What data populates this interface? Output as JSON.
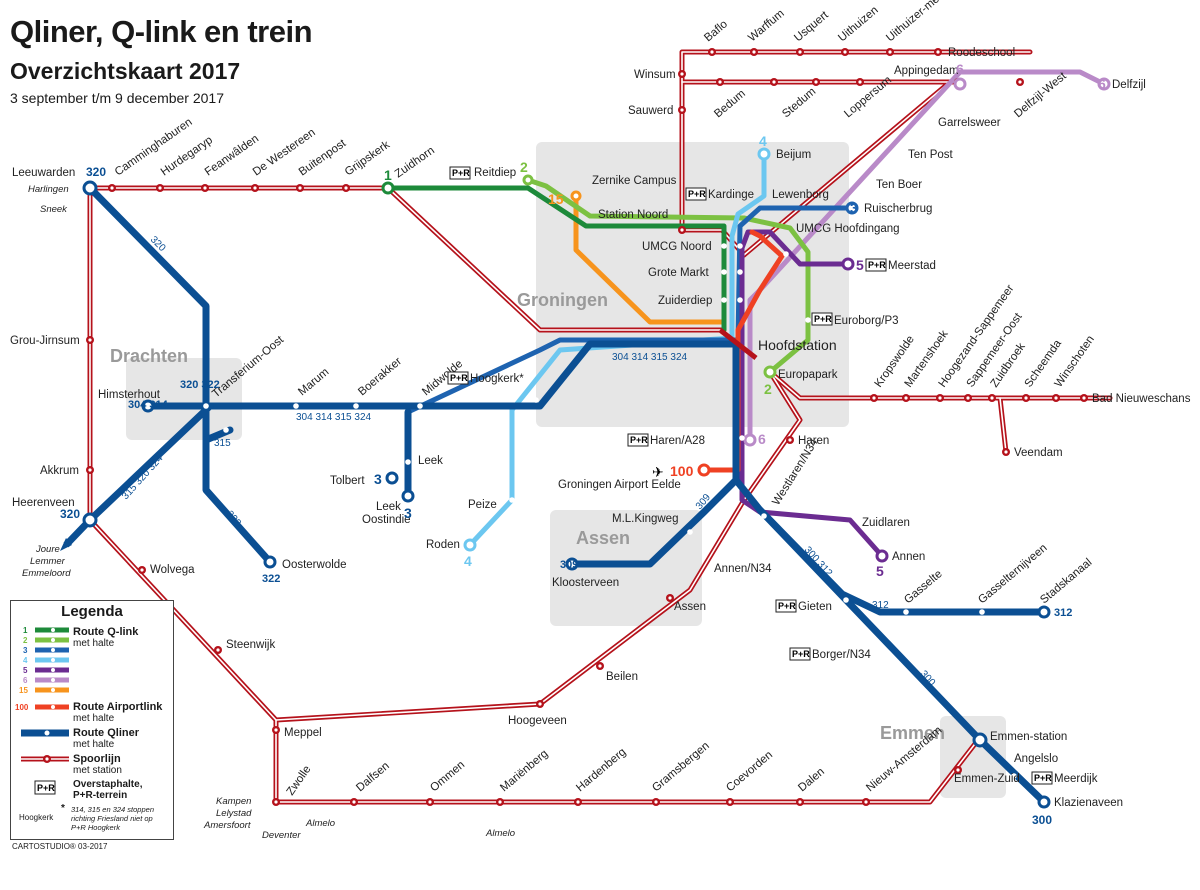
{
  "title": "Qliner, Q-link en trein",
  "subtitle": "Overzichtskaart 2017",
  "date_range": "3 september t/m 9 december 2017",
  "colors": {
    "rail": "#b5121b",
    "qliner": "#0b4f93",
    "route1": "#1d8a3a",
    "route2": "#7cc142",
    "route3": "#1e63b0",
    "route4": "#6cc7f0",
    "route5": "#6b2c91",
    "route6": "#b98ac8",
    "route15": "#f7941d",
    "route100": "#ef4123",
    "area": "#e6e6e6"
  },
  "regions": [
    "Groningen",
    "Drachten",
    "Assen",
    "Emmen"
  ],
  "stations": {
    "roodeschool": "Roodeschool",
    "uithuizermeeden": "Uithuizer-meeden",
    "uithuizen": "Uithuizen",
    "usquert": "Usquert",
    "warffum": "Warffum",
    "baflo": "Baflo",
    "winsum": "Winsum",
    "sauwerd": "Sauwerd",
    "bedum": "Bedum",
    "stedum": "Stedum",
    "loppersum": "Loppersum",
    "appingedam": "Appingedam",
    "delfzijl_west": "Delfzijl-West",
    "delfzijl": "Delfzijl",
    "leeuwarden": "Leeuwarden",
    "camminghaburen": "Camminghaburen",
    "hurdegaryp": "Hurdegaryp",
    "feanwalden": "Feanwâlden",
    "de_westereen": "De Westereen",
    "buitenpost": "Buitenpost",
    "grijpskerk": "Grijpskerk",
    "zuidhorn": "Zuidhorn",
    "grou": "Grou-Jirnsum",
    "akkrum": "Akkrum",
    "heerenveen": "Heerenveen",
    "wolvega": "Wolvega",
    "steenwijk": "Steenwijk",
    "meppel": "Meppel",
    "zwolle": "Zwolle",
    "dalfsen": "Dalfsen",
    "ommen": "Ommen",
    "mariënberg": "Mariënberg",
    "hardenberg": "Hardenberg",
    "gramsbergen": "Gramsbergen",
    "coevorden": "Coevorden",
    "dalen": "Dalen",
    "nieuw_amsterdam": "Nieuw-Amsterdam",
    "emmen_zuid": "Emmen-Zuid",
    "emmen": "Emmen-station",
    "hoogeveen": "Hoogeveen",
    "beilen": "Beilen",
    "assen": "Assen",
    "haren": "Haren",
    "europapark": "Europapark",
    "hoofdstation": "Hoofdstation",
    "kropswolde": "Kropswolde",
    "martenshoek": "Martenshoek",
    "hoogezand": "Hoogezand-Sappemeer",
    "sappemeer_oost": "Sappemeer-Oost",
    "zuidbroek": "Zuidbroek",
    "scheemda": "Scheemda",
    "winschoten": "Winschoten",
    "bad_nieuweschans": "Bad Nieuweschans",
    "veendam": "Veendam",
    "garrelsweer": "Garrelsweer",
    "ten_post": "Ten Post",
    "ten_boer": "Ten Boer"
  },
  "stops": {
    "reitdiep": "Reitdiep",
    "zernike": "Zernike Campus",
    "station_noord": "Station Noord",
    "umcg_noord": "UMCG Noord",
    "grote_markt": "Grote Markt",
    "zuiderdiep": "Zuiderdiep",
    "beijum": "Beijum",
    "kardinge": "Kardinge",
    "lewenborg": "Lewenborg",
    "ruischerbrug": "Ruischerbrug",
    "umcg_hoofdingang": "UMCG Hoofdingang",
    "meerstad": "Meerstad",
    "euroborg": "Euroborg/P3",
    "hoogkerk": "Hoogkerk*",
    "haren_a28": "Haren/A28",
    "airport": "Groningen Airport Eelde",
    "westlaren": "Westlaren/N34",
    "zuidlaren": "Zuidlaren",
    "annen": "Annen",
    "annen_n34": "Annen/N34",
    "gieten": "Gieten",
    "gasselte": "Gasselte",
    "gasselternijveen": "Gasselternijveen",
    "stadskanaal": "Stadskanaal",
    "borger": "Borger/N34",
    "angelslo": "Angelslo",
    "meerdijk": "Meerdijk",
    "klazienaveen": "Klazienaveen",
    "ml_kingweg": "M.L.Kingweg",
    "kloosterveen": "Kloosterveen",
    "marum": "Marum",
    "boerakker": "Boerakker",
    "midwolde": "Midwolde",
    "leek": "Leek",
    "tolbert": "Tolbert",
    "leek_oostindie": "Leek Oostindie",
    "peize": "Peize",
    "roden": "Roden",
    "himsterhout": "Himsterhout",
    "transferium": "Transferium-Oost",
    "oosterwolde": "Oosterwolde"
  },
  "small_notes": {
    "harlingen": "Harlingen",
    "sneek": "Sneek",
    "joure": "Joure",
    "lemmer": "Lemmer",
    "emmeloord": "Emmeloord",
    "kampen": "Kampen",
    "lelystad": "Lelystad",
    "amersfoort": "Amersfoort",
    "deventer": "Deventer",
    "almelo": "Almelo"
  },
  "route_numbers": {
    "r1": "1",
    "r2": "2",
    "r3": "3",
    "r4": "4",
    "r5": "5",
    "r6": "6",
    "r15": "15",
    "r100": "100",
    "q320": "320",
    "q322": "320 322",
    "q304": "304 314",
    "q309": "309",
    "q312": "312",
    "q300": "300",
    "bus_304_trunk": "304 314 315 324",
    "bus_315": "315",
    "bus_315_320_324": "315 320 324",
    "bus_320": "320",
    "bus_322": "322",
    "bus_300_312": "300 312",
    "bus_300": "300",
    "bus_312": "312",
    "marum_prefix": "304",
    "boerakker_prefix": "304",
    "midwolde_prefix": "304"
  },
  "pr_badge": "P+R",
  "legend": {
    "title": "Legenda",
    "qlink": "Route Q-link",
    "qlink_sub": "met halte",
    "airport": "Route Airportlink",
    "airport_sub": "met halte",
    "qliner": "Route Qliner",
    "qliner_sub": "met halte",
    "rail": "Spoorlijn",
    "rail_sub": "met station",
    "pr": "Overstaphalte,",
    "pr_sub": "P+R-terrein",
    "hoogkerk": "Hoogkerk",
    "note_star": "*",
    "note": "314, 315 en 324 stoppen richting Friesland niet op P+R Hoogkerk",
    "numbers": [
      "1",
      "2",
      "3",
      "4",
      "5",
      "6",
      "15",
      "100"
    ]
  },
  "copyright": "CARTOSTUDIO® 03-2017"
}
